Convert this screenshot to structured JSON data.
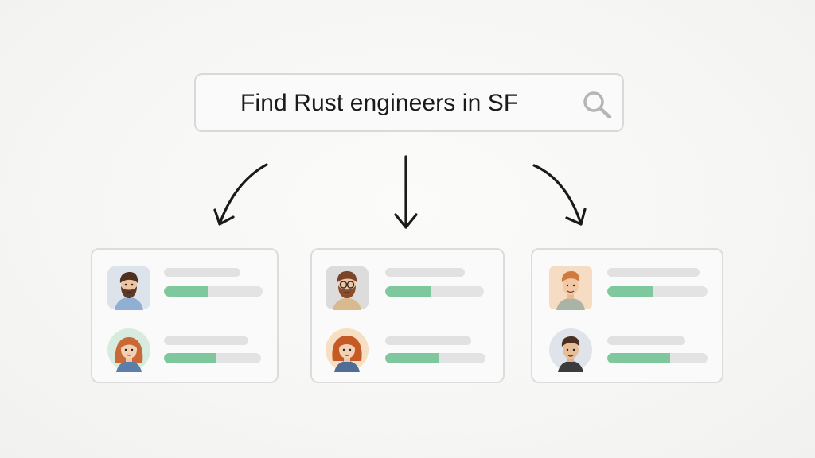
{
  "search": {
    "query": "Find Rust engineers in SF",
    "icon": "search-icon"
  },
  "colors": {
    "accent_green": "#7fc79d",
    "bar_gray": "#e1e1e1",
    "card_border": "#dcdcdc",
    "arrow": "#1a1a1a"
  },
  "results": [
    {
      "candidates": [
        {
          "avatar": "bearded-man-avatar",
          "match": 0.44
        },
        {
          "avatar": "red-haired-woman-avatar",
          "match": 0.53
        }
      ]
    },
    {
      "candidates": [
        {
          "avatar": "glasses-bearded-man-avatar",
          "match": 0.46
        },
        {
          "avatar": "curly-haired-woman-avatar",
          "match": 0.54
        }
      ]
    },
    {
      "candidates": [
        {
          "avatar": "ginger-man-avatar",
          "match": 0.45
        },
        {
          "avatar": "dark-haired-man-avatar",
          "match": 0.63
        }
      ]
    }
  ]
}
